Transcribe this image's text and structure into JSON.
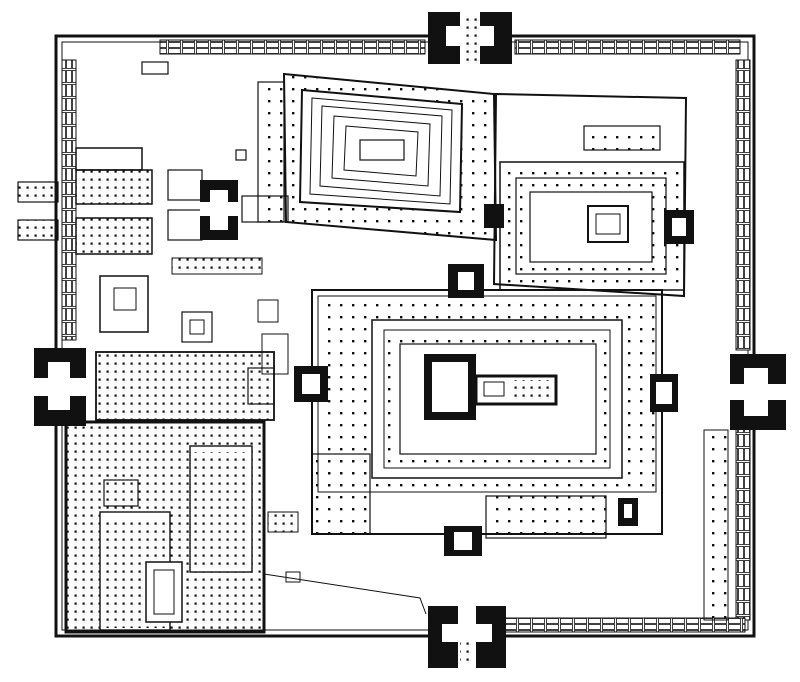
{
  "colors": {
    "ink": "#111111",
    "paper": "#ffffff",
    "wash": "#f4f4f2"
  },
  "features": [
    {
      "name": "outer-enclosure-wall",
      "kind": "wall"
    },
    {
      "name": "gopuram-north",
      "kind": "gateway"
    },
    {
      "name": "gopuram-south",
      "kind": "gateway"
    },
    {
      "name": "gopuram-east",
      "kind": "gateway"
    },
    {
      "name": "gopuram-west",
      "kind": "gateway"
    },
    {
      "name": "temple-tank",
      "kind": "water"
    },
    {
      "name": "central-shrine",
      "kind": "shrine"
    },
    {
      "name": "pillared-hall-south-west",
      "kind": "hall"
    },
    {
      "name": "west-pillared-hall",
      "kind": "hall"
    },
    {
      "name": "north-east-shrine-complex",
      "kind": "shrine"
    }
  ]
}
